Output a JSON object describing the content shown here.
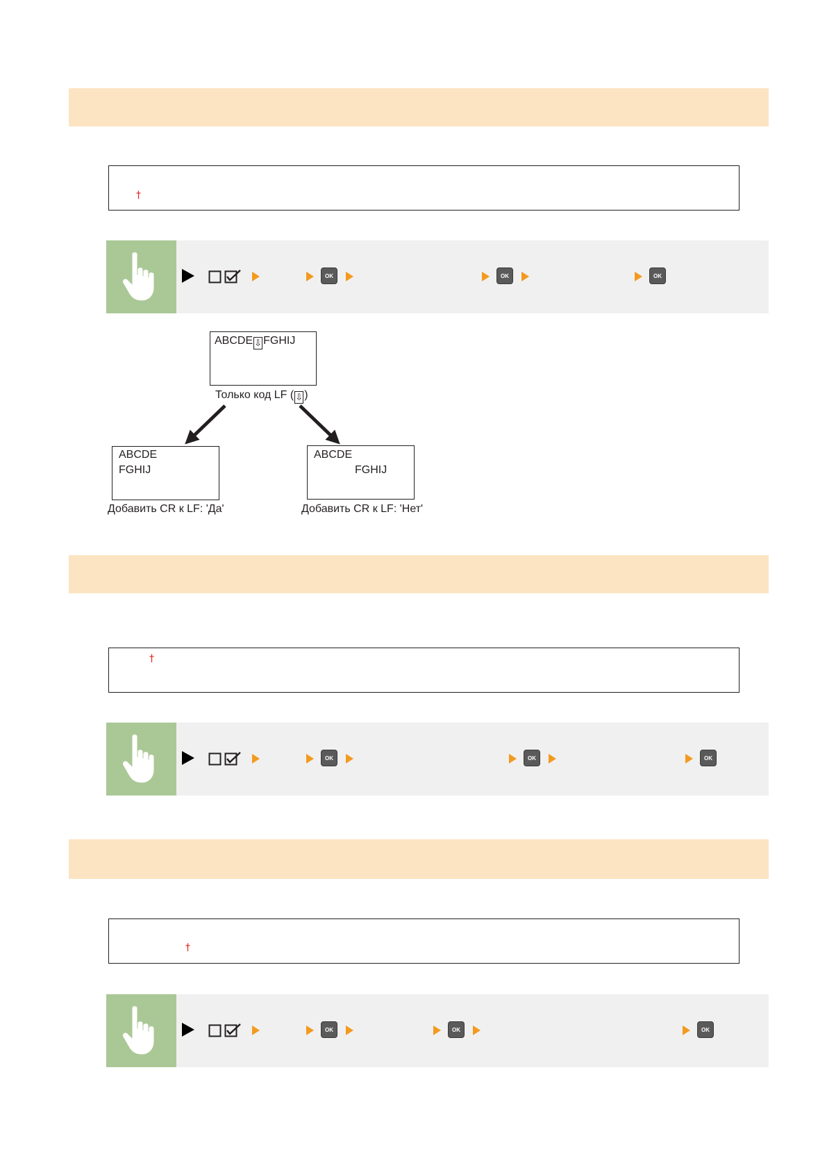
{
  "dagger_mark": "†",
  "ok_label": "OK",
  "diagram": {
    "source_line_a": "ABCDE",
    "lf_symbol": "⇩",
    "source_line_b": "FGHIJ",
    "source_caption_prefix": "Только код LF (",
    "source_caption_suffix": ")",
    "left_line_1": "ABCDE",
    "left_line_2": "FGHIJ",
    "left_caption": "Добавить CR к LF: 'Да'",
    "right_line_1": "ABCDE",
    "right_line_2": "FGHIJ",
    "right_caption": "Добавить CR к LF: 'Нет'"
  }
}
